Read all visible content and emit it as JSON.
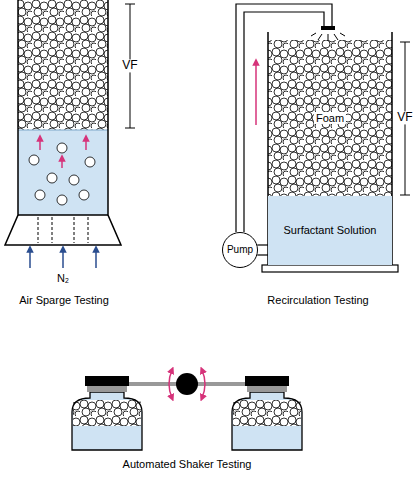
{
  "diagram": {
    "nodes": [
      {
        "text": [
          "Surfactant Solution"
        ]
      },
      {
        "text": [
          "Pump"
        ]
      }
    ],
    "edges": [
      {
        "from": 1,
        "to": 0,
        "arrow": "none"
      }
    ],
    "labels": [
      "VF",
      "N₂",
      "Air Sparge Testing",
      "VF",
      "Foam",
      "Recirculation Testing",
      "Automated Shaker Testing"
    ]
  }
}
